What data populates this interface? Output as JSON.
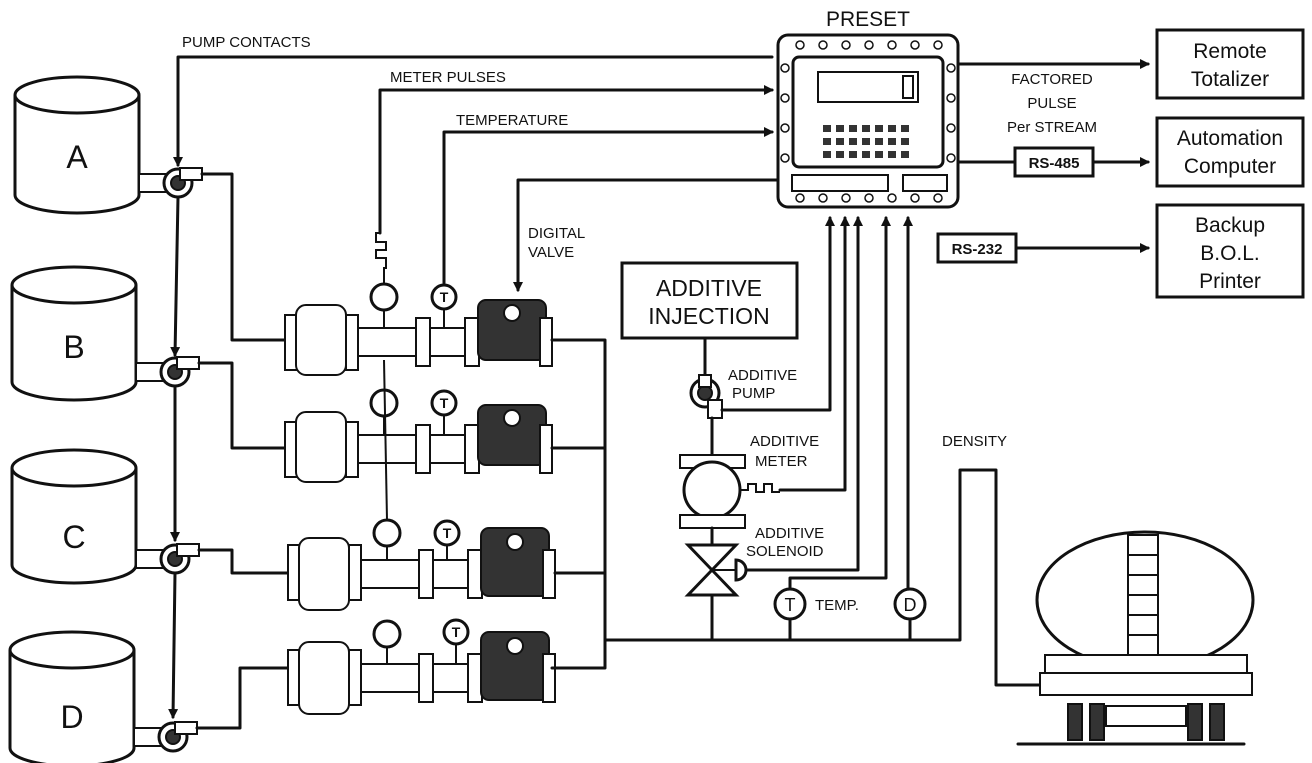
{
  "tanks": [
    "A",
    "B",
    "C",
    "D"
  ],
  "labels": {
    "pump_contacts": "PUMP CONTACTS",
    "meter_pulses": "METER PULSES",
    "temperature": "TEMPERATURE",
    "digital_valve_1": "DIGITAL",
    "digital_valve_2": "VALVE",
    "preset": "PRESET",
    "factored_1": "FACTORED",
    "factored_2": "PULSE",
    "factored_3": "Per STREAM",
    "rs485": "RS-485",
    "rs232": "RS-232",
    "additive_injection_1": "ADDITIVE",
    "additive_injection_2": "INJECTION",
    "additive_pump_1": "ADDITIVE",
    "additive_pump_2": "PUMP",
    "additive_meter_1": "ADDITIVE",
    "additive_meter_2": "METER",
    "additive_solenoid_1": "ADDITIVE",
    "additive_solenoid_2": "SOLENOID",
    "temp": "TEMP.",
    "density": "DENSITY",
    "t_symbol": "T",
    "d_symbol": "D"
  },
  "destinations": {
    "remote_totalizer": [
      "Remote",
      "Totalizer"
    ],
    "automation_computer": [
      "Automation",
      "Computer"
    ],
    "backup_printer": [
      "Backup",
      "B.O.L.",
      "Printer"
    ]
  }
}
